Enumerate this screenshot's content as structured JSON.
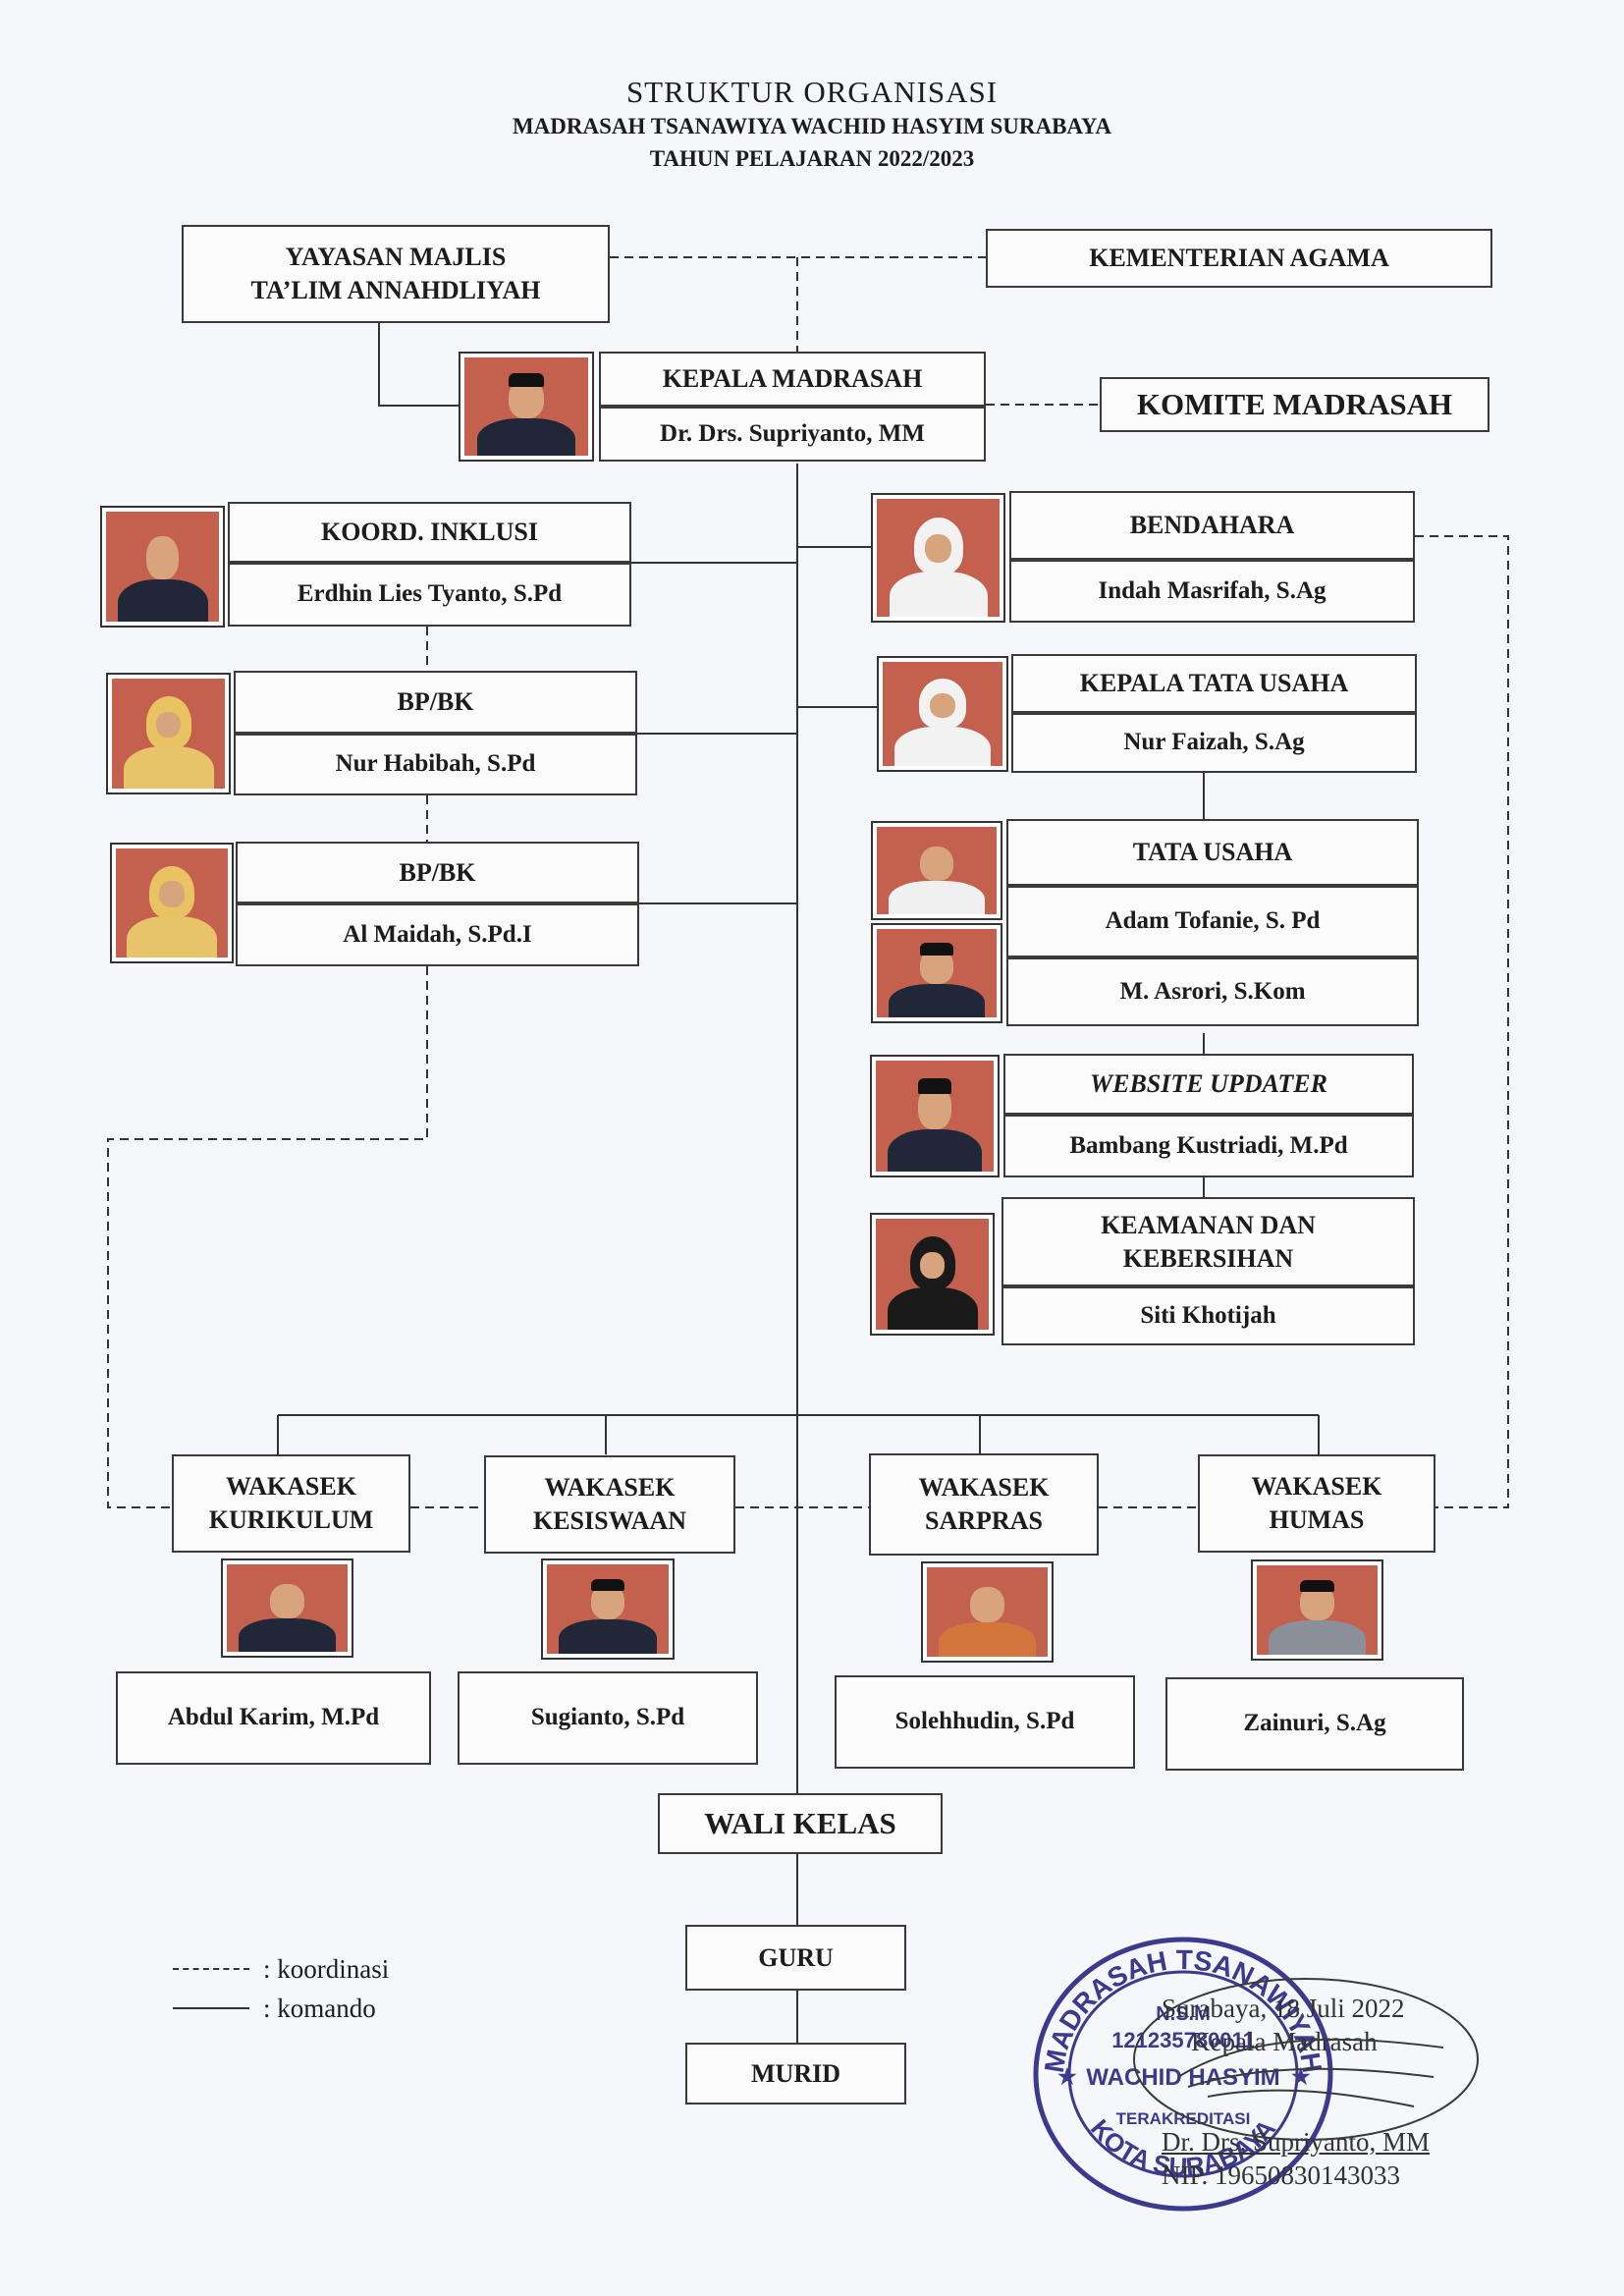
{
  "header": {
    "title": "STRUKTUR ORGANISASI",
    "subtitle": "MADRASAH TSANAWIYA WACHID HASYIM SURABAYA",
    "year": "TAHUN PELAJARAN 2022/2023"
  },
  "top": {
    "yayasan": "YAYASAN MAJLIS\nTA’LIM ANNAHDLIYAH",
    "kemenag": "KEMENTERIAN AGAMA",
    "komite": "KOMITE MADRASAH"
  },
  "kepala": {
    "role": "KEPALA MADRASAH",
    "name": "Dr. Drs. Supriyanto, MM"
  },
  "left": [
    {
      "role": "KOORD. INKLUSI",
      "name": "Erdhin Lies Tyanto, S.Pd"
    },
    {
      "role": "BP/BK",
      "name": "Nur Habibah, S.Pd"
    },
    {
      "role": "BP/BK",
      "name": "Al Maidah, S.Pd.I"
    }
  ],
  "right": {
    "bendahara": {
      "role": "BENDAHARA",
      "name": "Indah Masrifah, S.Ag"
    },
    "ktu": {
      "role": "KEPALA TATA USAHA",
      "name": "Nur Faizah, S.Ag"
    },
    "tu": {
      "role": "TATA USAHA",
      "names": [
        "Adam Tofanie, S. Pd",
        "M. Asrori, S.Kom"
      ]
    },
    "web": {
      "role": "WEBSITE UPDATER",
      "name": "Bambang Kustriadi, M.Pd"
    },
    "keamanan": {
      "role": "KEAMANAN DAN\nKEBERSIHAN",
      "name": "Siti Khotijah"
    }
  },
  "wakasek": [
    {
      "role": "WAKASEK\nKURIKULUM",
      "name": "Abdul Karim, M.Pd"
    },
    {
      "role": "WAKASEK\nKESISWAAN",
      "name": "Sugianto, S.Pd"
    },
    {
      "role": "WAKASEK\nSARPRAS",
      "name": "Solehhudin, S.Pd"
    },
    {
      "role": "WAKASEK\nHUMAS",
      "name": "Zainuri, S.Ag"
    }
  ],
  "bottom": {
    "wali": "WALI KELAS",
    "guru": "GURU",
    "murid": "MURID"
  },
  "legend": {
    "dashed": ": koordinasi",
    "solid": ": komando"
  },
  "signature": {
    "place_date": "Surabaya, 18 Juli 2022",
    "position": "Kepala Madrasah",
    "name": "Dr. Drs. Supriyanto, MM",
    "nip": "NIP. 19650830143033"
  },
  "stamp": {
    "top_text": "MADRASAH TSANAWIYAH",
    "bottom_text": "KOTA SURABAYA",
    "nsm": "N.S.M",
    "number": "121235780011",
    "name": "WACHID HASYIM",
    "status": "TERAKREDITASI",
    "ink_color": "#3b3a8f"
  },
  "colors": {
    "line": "#333333",
    "photo_bg": "#c4614e"
  }
}
